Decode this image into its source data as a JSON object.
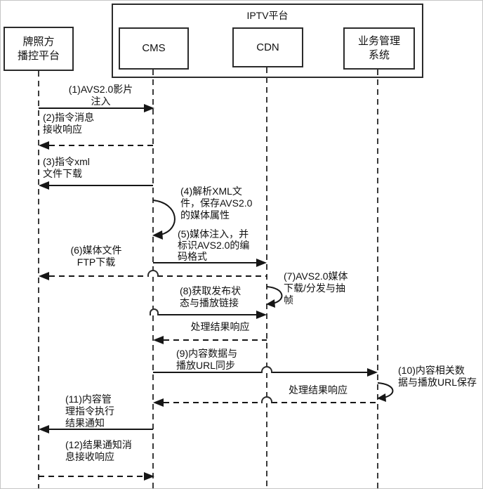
{
  "diagram": {
    "type": "sequence-diagram",
    "platform_frame_label": "IPTV平台",
    "actors": {
      "licensor": "牌照方\n播控平台",
      "cms": "CMS",
      "cdn": "CDN",
      "bms": "业务管理\n系统"
    },
    "messages": {
      "m1": {
        "label": "(1)AVS2.0影片\n注入",
        "from": "licensor",
        "to": "cms",
        "line": "solid"
      },
      "m2": {
        "label": "(2)指令消息\n接收响应",
        "from": "cms",
        "to": "licensor",
        "line": "dashed"
      },
      "m3": {
        "label": "(3)指令xml\n文件下载",
        "from": "cms",
        "to": "licensor",
        "line": "solid"
      },
      "m4": {
        "label": "(4)解析XML文\n件，保存AVS2.0\n的媒体属性",
        "from": "cms",
        "to": "cms",
        "line": "self-loop"
      },
      "m5": {
        "label": "(5)媒体注入，并\n标识AVS2.0的编\n码格式",
        "from": "cms",
        "to": "cdn",
        "line": "solid"
      },
      "m6": {
        "label": "(6)媒体文件\nFTP下载",
        "from": "cdn",
        "to": "licensor",
        "line": "dashed"
      },
      "m7": {
        "label": "(7)AVS2.0媒体\n下载/分发与抽\n帧",
        "from": "cdn",
        "to": "cdn",
        "line": "self-loop"
      },
      "m8": {
        "label": "(8)获取发布状\n态与播放链接",
        "from": "cms",
        "to": "cdn",
        "line": "solid"
      },
      "m8_response": {
        "label": "处理结果响应",
        "from": "cdn",
        "to": "cms",
        "line": "dashed"
      },
      "m9": {
        "label": "(9)内容数据与\n播放URL同步",
        "from": "cms",
        "to": "bms",
        "line": "solid"
      },
      "m10": {
        "label": "(10)内容相关数\n据与播放URL保存",
        "from": "bms",
        "to": "bms",
        "line": "self-loop"
      },
      "m10_response": {
        "label": "处理结果响应",
        "from": "bms",
        "to": "cms",
        "line": "dashed"
      },
      "m11": {
        "label": "(11)内容管\n理指令执行\n结果通知",
        "from": "cms",
        "to": "licensor",
        "line": "solid"
      },
      "m12": {
        "label": "(12)结果通知消\n息接收响应",
        "from": "licensor",
        "to": "cms",
        "line": "dashed"
      }
    }
  }
}
